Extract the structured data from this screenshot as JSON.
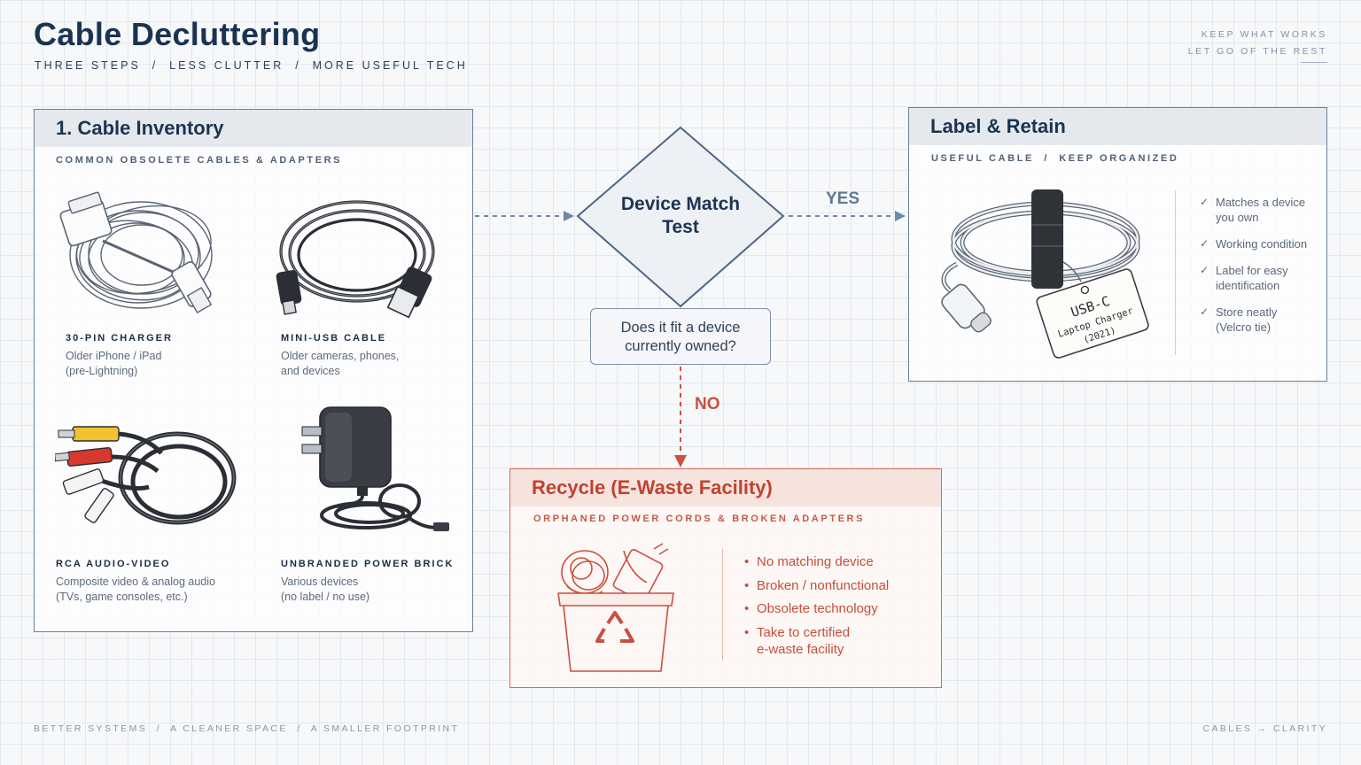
{
  "header": {
    "title": "Cable Decluttering",
    "subtitle": "THREE STEPS  /  LESS CLUTTER  /  MORE USEFUL TECH",
    "corner_line1": "KEEP WHAT WORKS",
    "corner_line2": "LET GO OF THE REST"
  },
  "inventory": {
    "title": "1. Cable Inventory",
    "subtitle": "COMMON OBSOLETE CABLES & ADAPTERS",
    "items": [
      {
        "name": "30-PIN CHARGER",
        "desc1": "Older iPhone / iPad",
        "desc2": "(pre-Lightning)",
        "icon": "30-pin-cable-icon"
      },
      {
        "name": "MINI-USB CABLE",
        "desc1": "Older cameras, phones,",
        "desc2": "and devices",
        "icon": "mini-usb-cable-icon"
      },
      {
        "name": "RCA AUDIO-VIDEO",
        "desc1": "Composite video & analog audio",
        "desc2": "(TVs, game consoles, etc.)",
        "icon": "rca-cable-icon"
      },
      {
        "name": "UNBRANDED POWER BRICK",
        "desc1": "Various devices",
        "desc2": "(no label / no use)",
        "icon": "power-brick-icon"
      }
    ]
  },
  "decision": {
    "title_line1": "Device Match",
    "title_line2": "Test",
    "question_line1": "Does it fit a device",
    "question_line2": "currently owned?",
    "yes_label": "YES",
    "no_label": "NO"
  },
  "retain": {
    "title": "Label & Retain",
    "subtitle": "USEFUL CABLE  /  KEEP ORGANIZED",
    "tag_line1": "USB-C",
    "tag_line2": "Laptop Charger",
    "tag_line3": "(2021)",
    "checks": [
      {
        "line1": "Matches a device",
        "line2": "you own"
      },
      {
        "line1": "Working condition",
        "line2": ""
      },
      {
        "line1": "Label for easy",
        "line2": "identification"
      },
      {
        "line1": "Store neatly",
        "line2": "(Velcro tie)"
      }
    ]
  },
  "recycle": {
    "title": "Recycle (E-Waste Facility)",
    "subtitle": "ORPHANED POWER CORDS & BROKEN ADAPTERS",
    "bullets": [
      {
        "line1": "No matching device",
        "line2": ""
      },
      {
        "line1": "Broken / nonfunctional",
        "line2": ""
      },
      {
        "line1": "Obsolete technology",
        "line2": ""
      },
      {
        "line1": "Take to certified",
        "line2": "e-waste facility"
      }
    ]
  },
  "footer": {
    "left": "BETTER SYSTEMS  /  A CLEANER SPACE  /  A SMALLER FOOTPRINT",
    "right": "CABLES → CLARITY"
  },
  "colors": {
    "navy": "#1c3452",
    "slate_border": "#6c8099",
    "recycle_red": "#c4503c",
    "arrow_blue": "#6c8aa8"
  }
}
